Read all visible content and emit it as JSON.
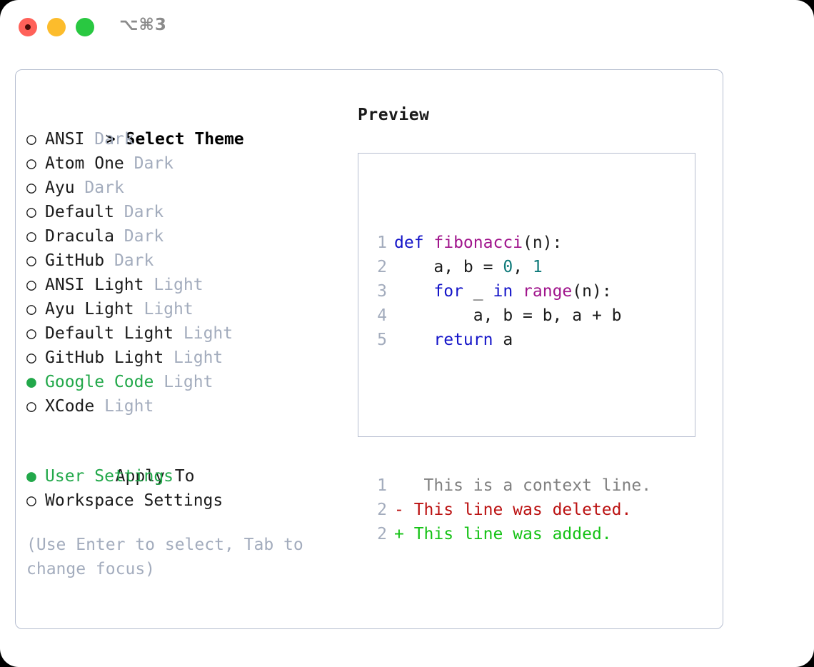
{
  "titlebar": {
    "shortcut": "⌥⌘3",
    "lights": [
      {
        "name": "close",
        "color": "#ff6159"
      },
      {
        "name": "minimize",
        "color": "#fcbc2c"
      },
      {
        "name": "maximize",
        "color": "#29c841"
      }
    ]
  },
  "theme_selector": {
    "heading": "> Select Theme",
    "selected_theme": "Google Code",
    "bullet_selected": "●",
    "bullet_unselected": "○",
    "accent_color": "#22a84a",
    "items": [
      {
        "bullet": "○",
        "name": "ANSI",
        "tag": "Dark",
        "selected": false
      },
      {
        "bullet": "○",
        "name": "Atom One",
        "tag": "Dark",
        "selected": false
      },
      {
        "bullet": "○",
        "name": "Ayu",
        "tag": "Dark",
        "selected": false
      },
      {
        "bullet": "○",
        "name": "Default",
        "tag": "Dark",
        "selected": false
      },
      {
        "bullet": "○",
        "name": "Dracula",
        "tag": "Dark",
        "selected": false
      },
      {
        "bullet": "○",
        "name": "GitHub",
        "tag": "Dark",
        "selected": false
      },
      {
        "bullet": "○",
        "name": "ANSI Light",
        "tag": "Light",
        "selected": false
      },
      {
        "bullet": "○",
        "name": "Ayu Light",
        "tag": "Light",
        "selected": false
      },
      {
        "bullet": "○",
        "name": "Default Light",
        "tag": "Light",
        "selected": false
      },
      {
        "bullet": "○",
        "name": "GitHub Light",
        "tag": "Light",
        "selected": false
      },
      {
        "bullet": "●",
        "name": "Google Code",
        "tag": "Light",
        "selected": true
      },
      {
        "bullet": "○",
        "name": "XCode",
        "tag": "Light",
        "selected": false
      }
    ]
  },
  "apply_to": {
    "title": "Apply To",
    "selected_option": "User Settings",
    "items": [
      {
        "bullet": "●",
        "name": "User Settings",
        "selected": true
      },
      {
        "bullet": "○",
        "name": "Workspace Settings",
        "selected": false
      }
    ]
  },
  "hint": "(Use Enter to select, Tab to change focus)",
  "preview": {
    "title": "Preview",
    "code_lines": [
      {
        "line_no": "1",
        "tokens": [
          {
            "t": "def ",
            "c": "kw"
          },
          {
            "t": "fibonacci",
            "c": "fn"
          },
          {
            "t": "(n):",
            "c": "pl"
          }
        ]
      },
      {
        "line_no": "2",
        "tokens": [
          {
            "t": "    a, b = ",
            "c": "pl"
          },
          {
            "t": "0",
            "c": "num"
          },
          {
            "t": ", ",
            "c": "pl"
          },
          {
            "t": "1",
            "c": "num"
          }
        ]
      },
      {
        "line_no": "3",
        "tokens": [
          {
            "t": "    ",
            "c": "pl"
          },
          {
            "t": "for",
            "c": "kw"
          },
          {
            "t": " _ ",
            "c": "pl"
          },
          {
            "t": "in",
            "c": "kw"
          },
          {
            "t": " ",
            "c": "pl"
          },
          {
            "t": "range",
            "c": "fn"
          },
          {
            "t": "(n):",
            "c": "pl"
          }
        ]
      },
      {
        "line_no": "4",
        "tokens": [
          {
            "t": "        a, b = b, a + b",
            "c": "pl"
          }
        ]
      },
      {
        "line_no": "5",
        "tokens": [
          {
            "t": "    ",
            "c": "pl"
          },
          {
            "t": "return",
            "c": "kw"
          },
          {
            "t": " a",
            "c": "pl"
          }
        ]
      }
    ],
    "diff_lines": [
      {
        "line_no": "1",
        "marker": " ",
        "text": "  This is a context line.",
        "kind": "ctx"
      },
      {
        "line_no": "2",
        "marker": "-",
        "text": " This line was deleted.",
        "kind": "del"
      },
      {
        "line_no": "2",
        "marker": "+",
        "text": " This line was added.",
        "kind": "add"
      }
    ]
  }
}
